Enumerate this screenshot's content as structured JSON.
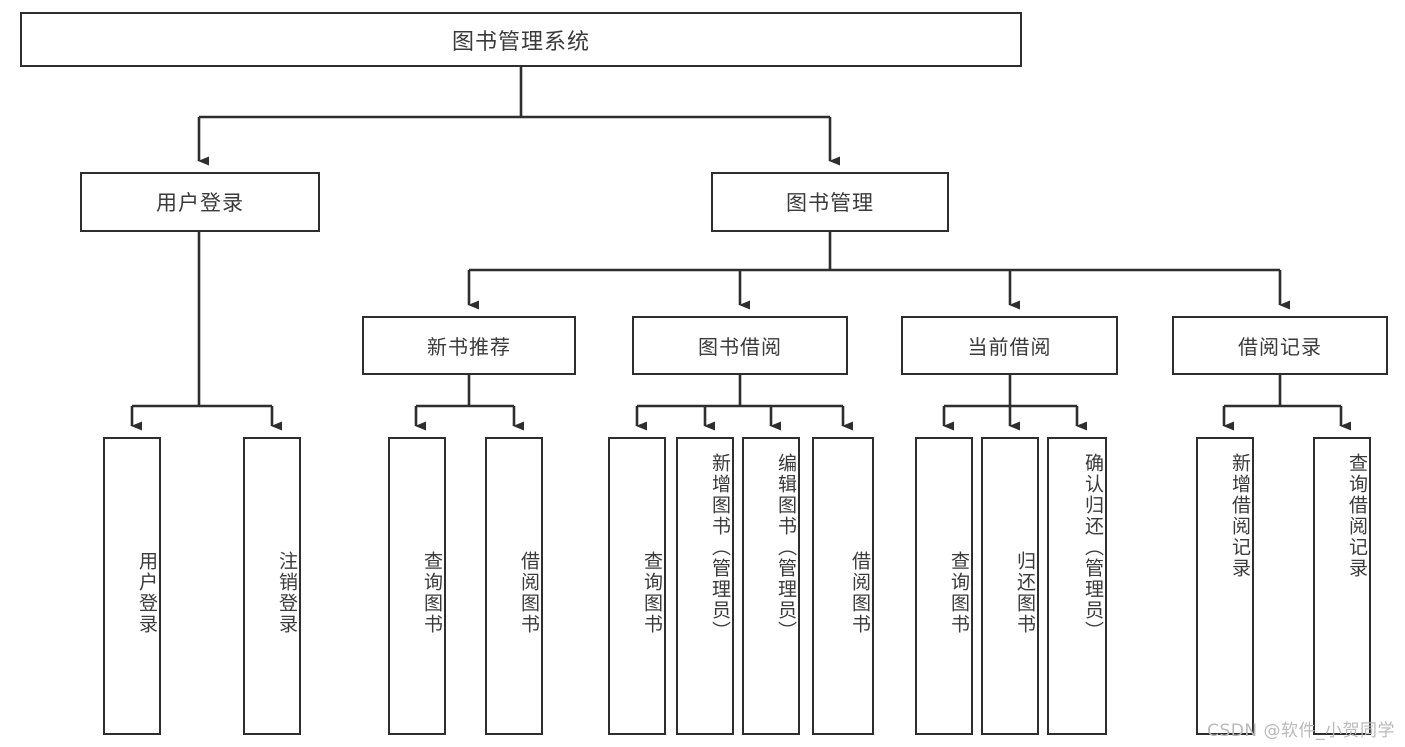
{
  "diagram": {
    "type": "tree-hierarchy",
    "title": "图书管理系统",
    "watermark": "CSDN @软件_小贺同学",
    "colors": {
      "box_border": "#2e2e2e",
      "box_fill": "#ffffff",
      "text": "#3a3a3a",
      "connector": "#2e2e2e",
      "watermark": "#b9b9b9",
      "background": "#ffffff"
    },
    "root": {
      "id": "root",
      "label": "图书管理系统"
    },
    "level1": [
      {
        "id": "user-login",
        "label": "用户登录"
      },
      {
        "id": "book-manage",
        "label": "图书管理"
      }
    ],
    "level2": [
      {
        "id": "new-book-recommend",
        "label": "新书推荐",
        "parent": "book-manage"
      },
      {
        "id": "book-borrow",
        "label": "图书借阅",
        "parent": "book-manage"
      },
      {
        "id": "current-borrow",
        "label": "当前借阅",
        "parent": "book-manage"
      },
      {
        "id": "borrow-record",
        "label": "借阅记录",
        "parent": "book-manage"
      }
    ],
    "leaves": [
      {
        "id": "leaf-user-login",
        "label": "用户登录",
        "parent": "user-login"
      },
      {
        "id": "leaf-user-logout",
        "label": "注销登录",
        "parent": "user-login"
      },
      {
        "id": "leaf-query-book-1",
        "label": "查询图书",
        "parent": "new-book-recommend"
      },
      {
        "id": "leaf-borrow-book-1",
        "label": "借阅图书",
        "parent": "new-book-recommend"
      },
      {
        "id": "leaf-query-book-2",
        "label": "查询图书",
        "parent": "book-borrow"
      },
      {
        "id": "leaf-add-book",
        "label": "新增图书（管理员）",
        "parent": "book-borrow"
      },
      {
        "id": "leaf-edit-book",
        "label": "编辑图书（管理员）",
        "parent": "book-borrow"
      },
      {
        "id": "leaf-borrow-book-2",
        "label": "借阅图书",
        "parent": "book-borrow"
      },
      {
        "id": "leaf-query-book-3",
        "label": "查询图书",
        "parent": "current-borrow"
      },
      {
        "id": "leaf-return-book",
        "label": "归还图书",
        "parent": "current-borrow"
      },
      {
        "id": "leaf-confirm-return",
        "label": "确认归还（管理员）",
        "parent": "current-borrow"
      },
      {
        "id": "leaf-add-record",
        "label": "新增借阅记录",
        "parent": "borrow-record"
      },
      {
        "id": "leaf-query-record",
        "label": "查询借阅记录",
        "parent": "borrow-record"
      }
    ]
  }
}
